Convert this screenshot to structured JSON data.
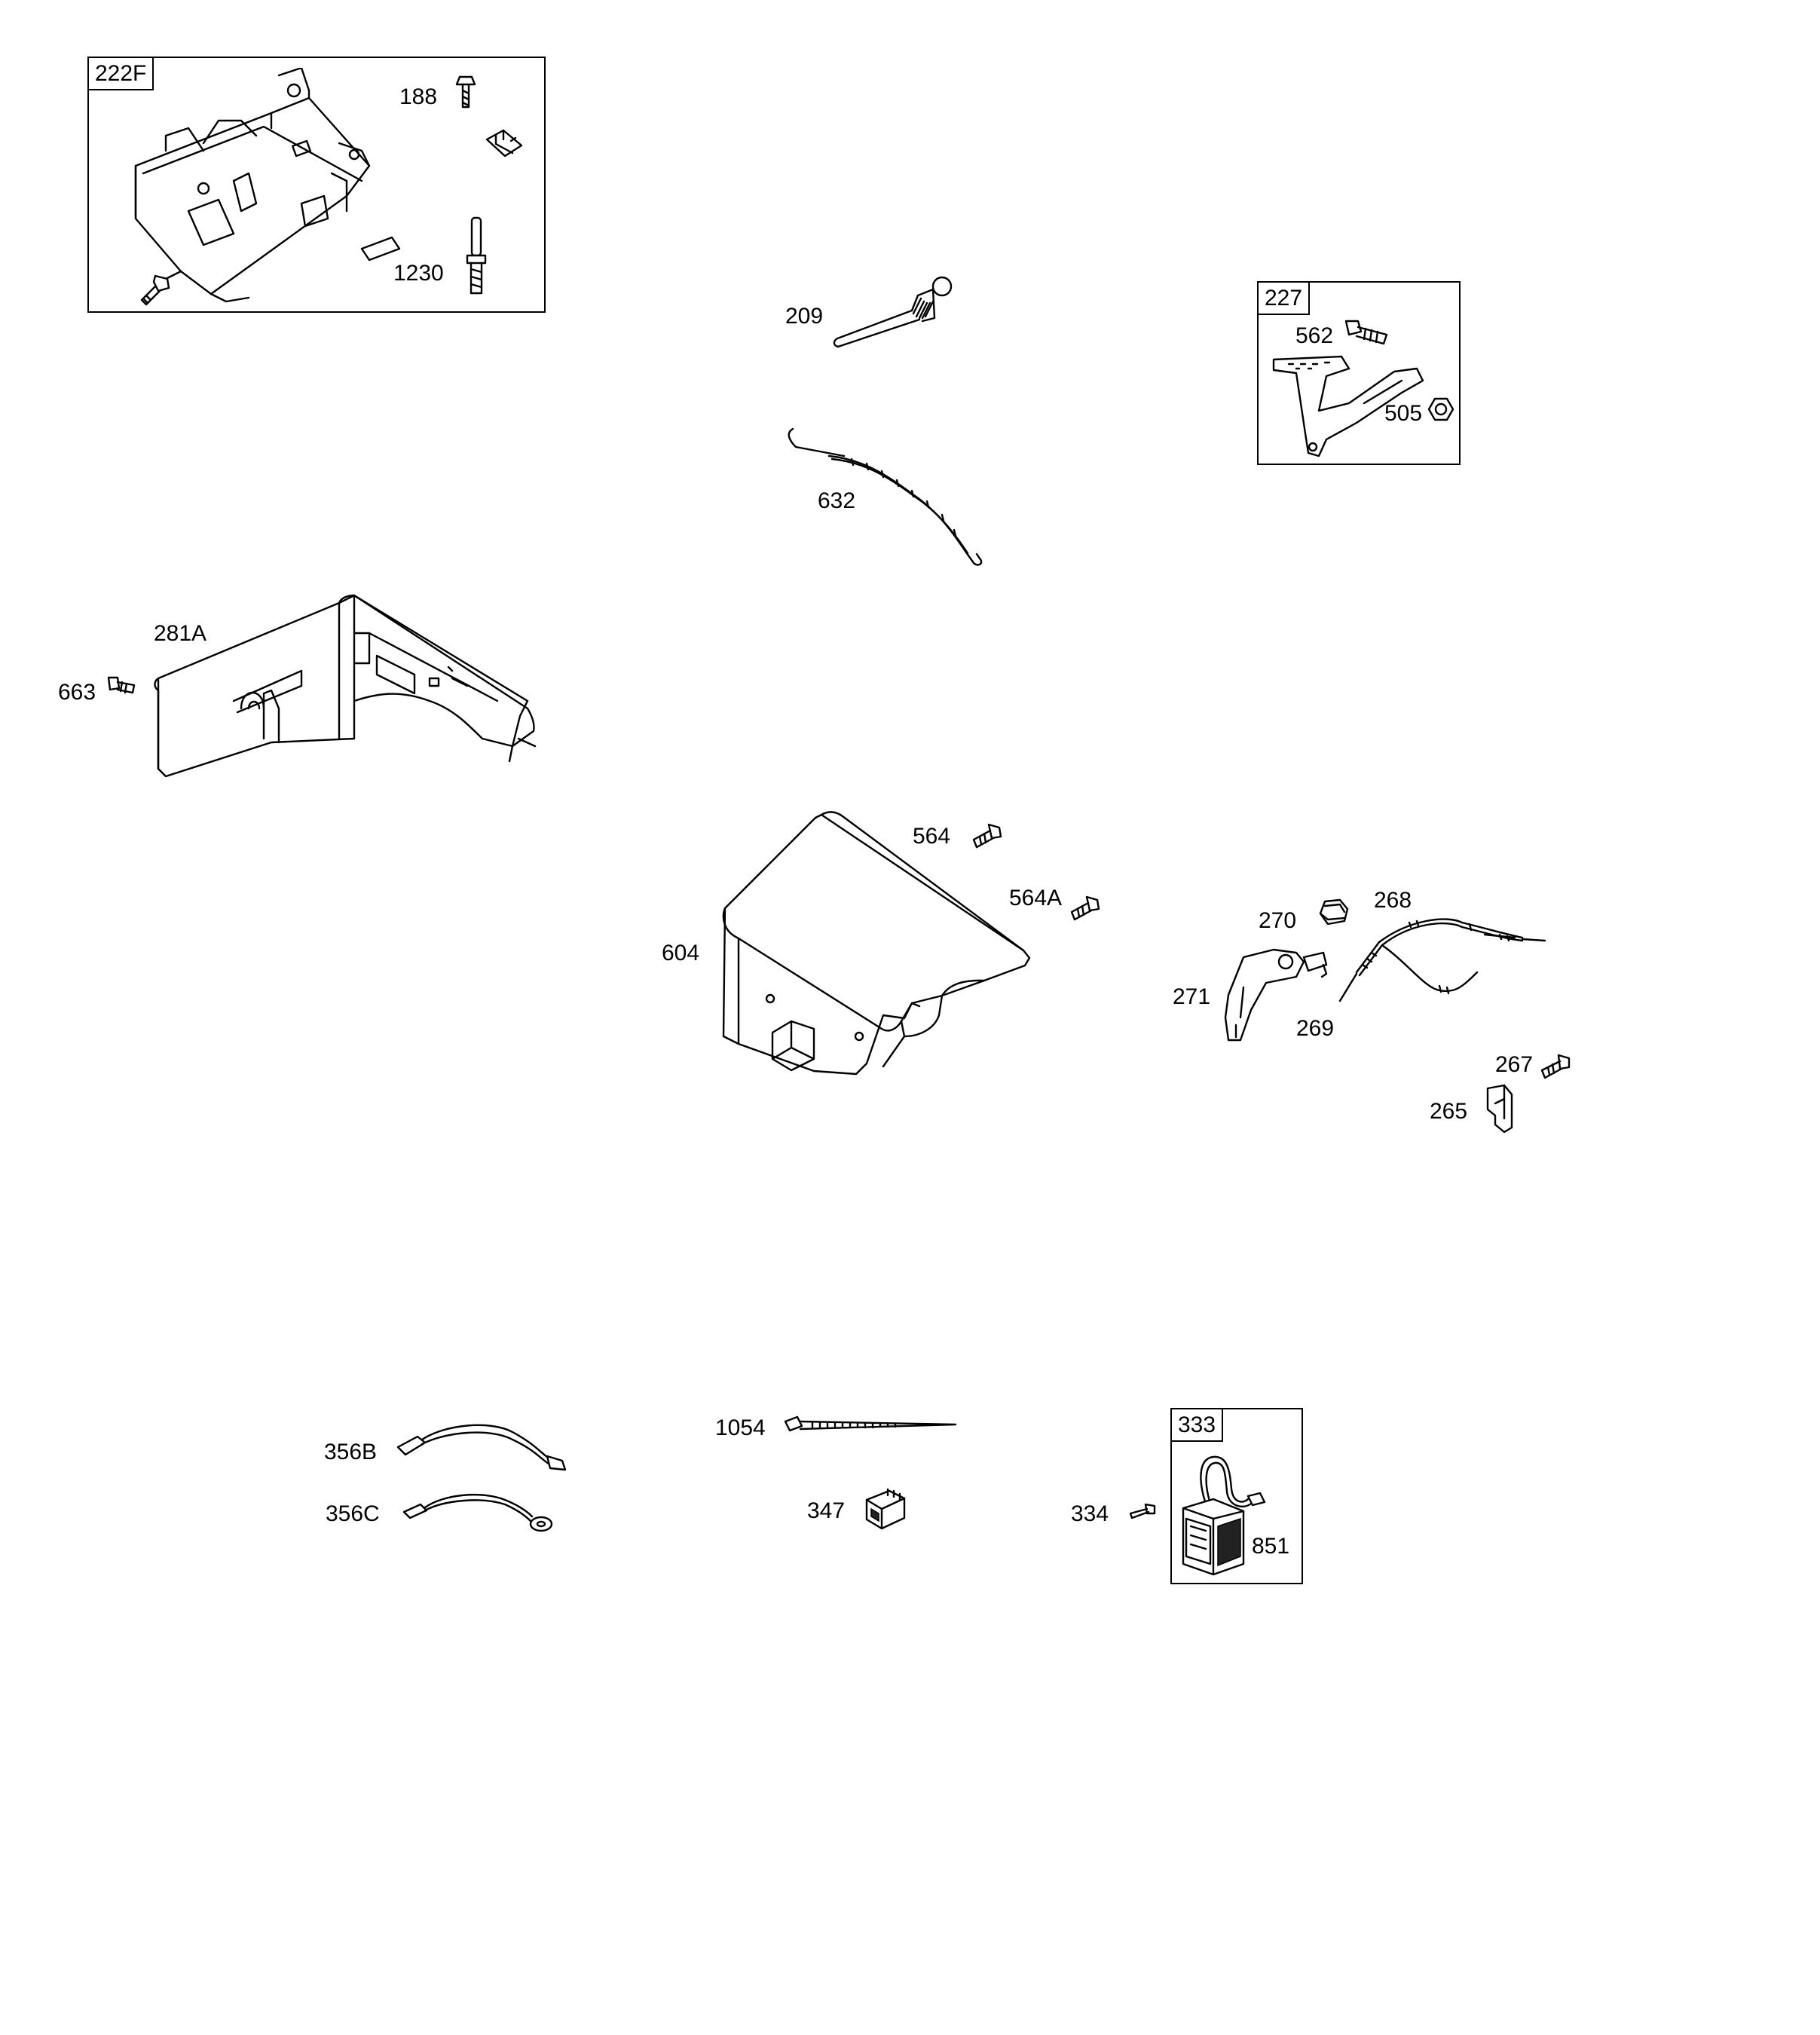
{
  "groups": {
    "g222F": "222F",
    "g227": "227",
    "g333": "333"
  },
  "labels": {
    "l188": "188",
    "l1230": "1230",
    "l209": "209",
    "l632": "632",
    "l562": "562",
    "l505": "505",
    "l281A": "281A",
    "l663": "663",
    "l564": "564",
    "l564A": "564A",
    "l604": "604",
    "l270": "270",
    "l268": "268",
    "l271": "271",
    "l269": "269",
    "l267": "267",
    "l265": "265",
    "l356B": "356B",
    "l356C": "356C",
    "l1054": "1054",
    "l347": "347",
    "l334": "334",
    "l851": "851"
  }
}
